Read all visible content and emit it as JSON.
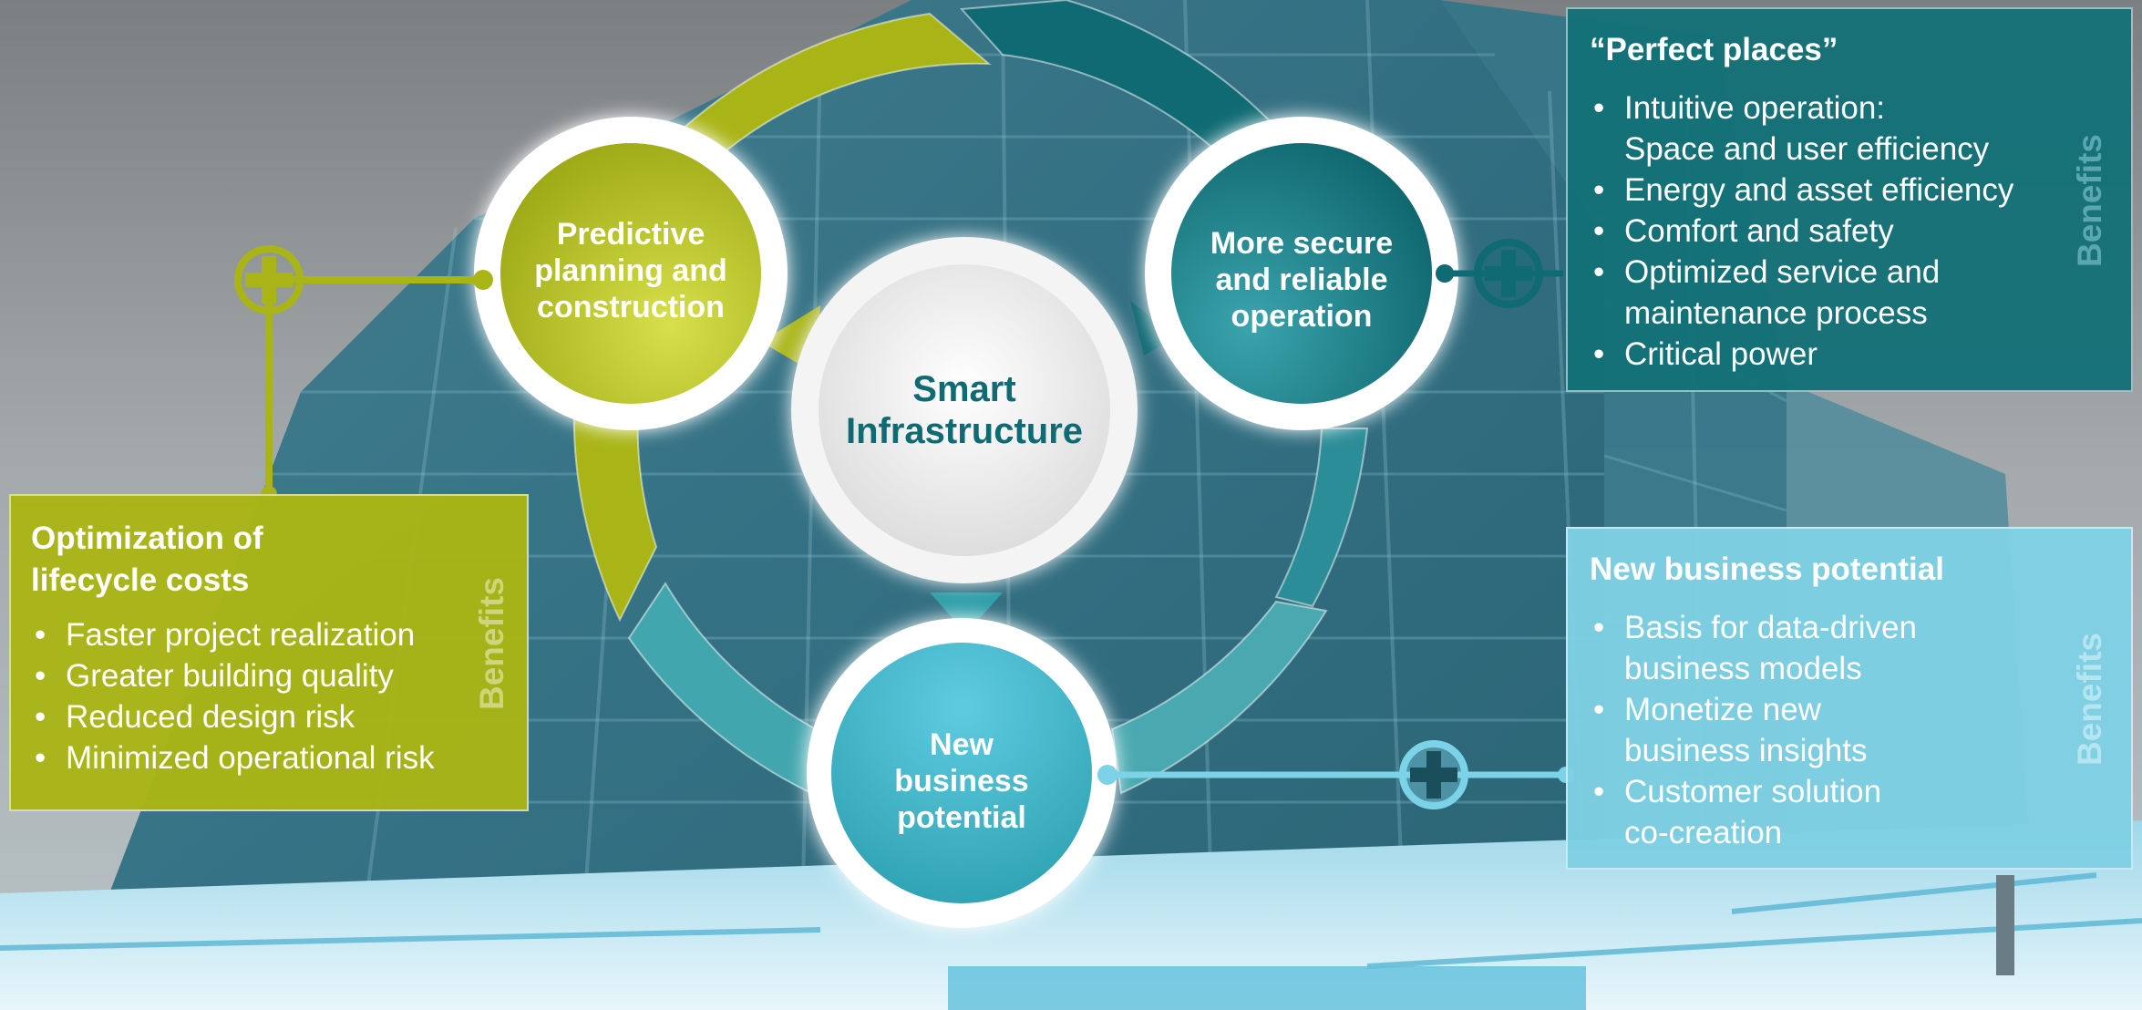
{
  "diagram": {
    "center": {
      "line1": "Smart",
      "line2": "Infrastructure"
    },
    "nodes": {
      "planning": {
        "line1": "Predictive",
        "line2": "planning and",
        "line3": "construction"
      },
      "operation": {
        "line1": "More secure",
        "line2": "and reliable",
        "line3": "operation"
      },
      "business": {
        "line1": "New",
        "line2": "business",
        "line3": "potential"
      }
    }
  },
  "panels": {
    "perfect_places": {
      "title": "“Perfect places”",
      "items": [
        {
          "line1": "Intuitive operation:",
          "line2": "Space and user efficiency"
        },
        {
          "line1": "Energy and asset efficiency"
        },
        {
          "line1": "Comfort and safety"
        },
        {
          "line1": "Optimized service and",
          "line2": "maintenance process"
        },
        {
          "line1": "Critical power"
        }
      ],
      "side_label": "Benefits"
    },
    "lifecycle": {
      "title_line1": "Optimization of",
      "title_line2": "lifecycle costs",
      "items": [
        "Faster project realization",
        "Greater building quality",
        "Reduced design risk",
        "Minimized operational risk"
      ],
      "side_label": "Benefits"
    },
    "business": {
      "title": "New business potential",
      "items": [
        {
          "line1": "Basis for data-driven",
          "line2": "business models"
        },
        {
          "line1": "Monetize new",
          "line2": "business insights"
        },
        {
          "line1": "Customer solution",
          "line2": "co-creation"
        }
      ],
      "side_label": "Benefits"
    }
  },
  "colors": {
    "olive": "#a9b516",
    "olive_light": "#d2dc3e",
    "teal_dark": "#0f6a73",
    "teal_mid": "#2e9ea8",
    "cyan_light": "#7cd2e6",
    "panel_teal": "#137077",
    "panel_cyan": "#7fd0e3",
    "center_text": "#0f6a73"
  },
  "icons": {
    "plus_left": "plus-circle-icon",
    "plus_right": "plus-circle-icon",
    "plus_bottom": "plus-circle-icon"
  }
}
